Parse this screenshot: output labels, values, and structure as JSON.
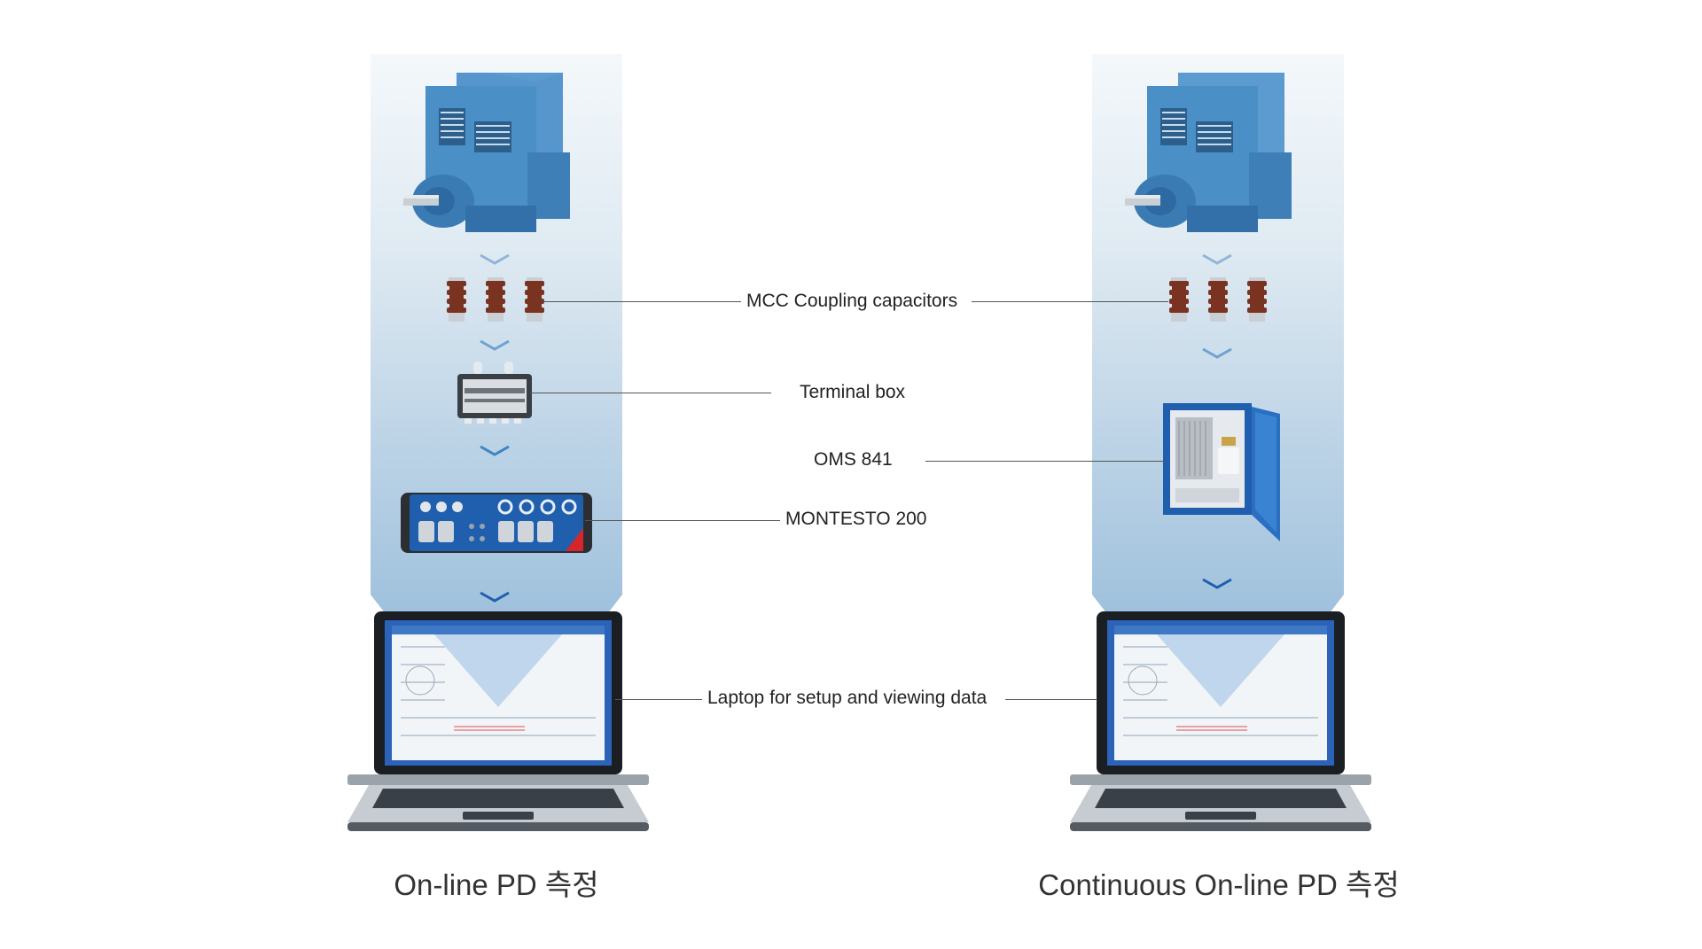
{
  "labels": {
    "mcc": "MCC Coupling capacitors",
    "terminal": "Terminal box",
    "oms": "OMS 841",
    "montesto": "MONTESTO 200",
    "laptop": "Laptop for setup and viewing data"
  },
  "titles": {
    "left": "On-line PD 측정",
    "right": "Continuous On-line PD 측정"
  },
  "colors": {
    "motor": "#4a8fc6",
    "capacitor": "#7a3320",
    "device_blue": "#1f5fae",
    "chevron": "#3f84c4"
  }
}
